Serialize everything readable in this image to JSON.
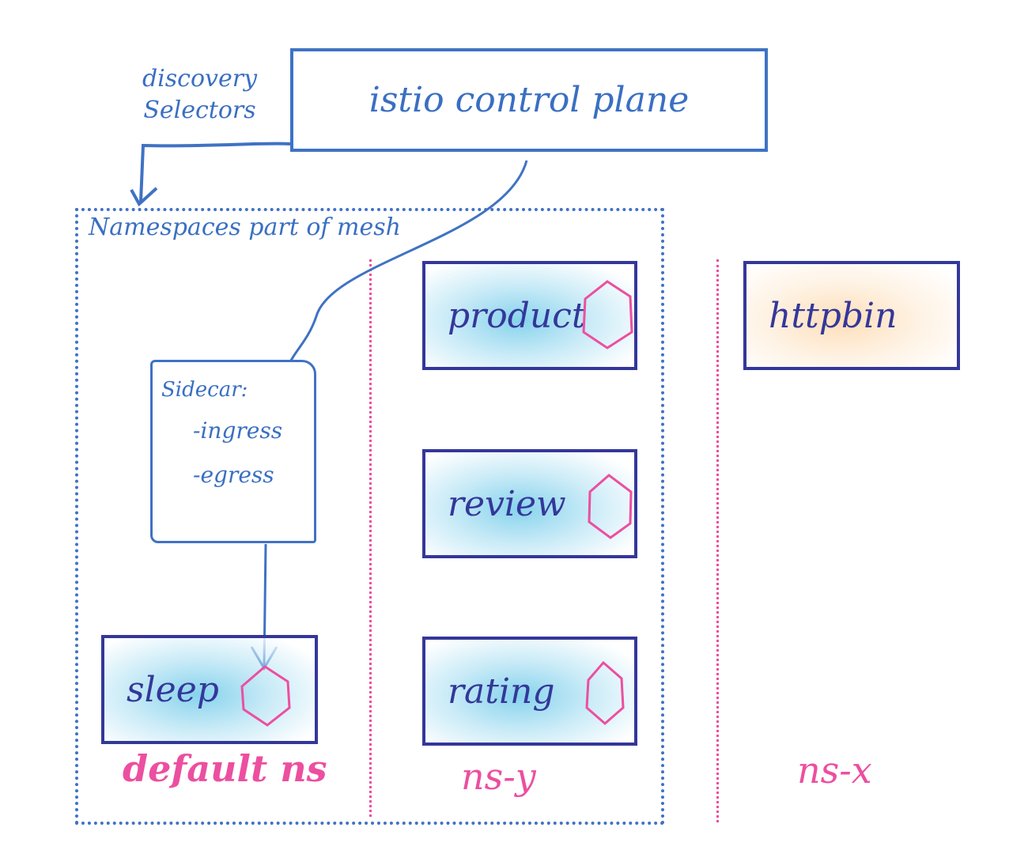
{
  "diagram": {
    "control_plane": {
      "label": "istio control plane"
    },
    "discovery_selectors": {
      "label_line1": "discovery",
      "label_line2": "Selectors"
    },
    "mesh": {
      "label": "Namespaces part of mesh"
    },
    "sidecar": {
      "title": "Sidecar:",
      "items": [
        "-ingress",
        "-egress"
      ]
    },
    "namespaces": [
      {
        "id": "default",
        "label": "default ns",
        "in_mesh": true
      },
      {
        "id": "ns-y",
        "label": "ns-y",
        "in_mesh": true
      },
      {
        "id": "ns-x",
        "label": "ns-x",
        "in_mesh": false
      }
    ],
    "services": [
      {
        "name": "product",
        "namespace": "ns-y",
        "sidecar_proxy": true
      },
      {
        "name": "review",
        "namespace": "ns-y",
        "sidecar_proxy": true
      },
      {
        "name": "rating",
        "namespace": "ns-y",
        "sidecar_proxy": true
      },
      {
        "name": "sleep",
        "namespace": "default",
        "sidecar_proxy": true
      },
      {
        "name": "httpbin",
        "namespace": "ns-x",
        "sidecar_proxy": false
      }
    ],
    "edges": [
      {
        "from": "control_plane",
        "to": "mesh",
        "label": "discovery Selectors"
      },
      {
        "from": "control_plane",
        "to": "sidecar"
      },
      {
        "from": "sidecar",
        "to": "sleep"
      }
    ],
    "colors": {
      "outline_blue": "#3f72c4",
      "service_navy": "#34379a",
      "namespace_pink": "#ec4fa0",
      "mesh_service_fill": "#5ec4e6",
      "non_mesh_service_fill": "#fdd6a8"
    }
  }
}
